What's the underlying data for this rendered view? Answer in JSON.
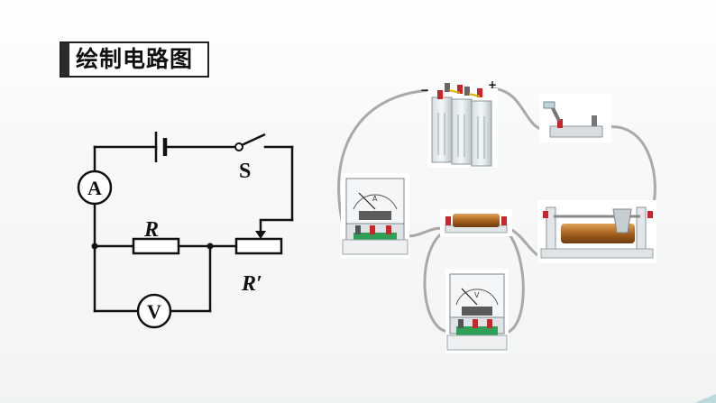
{
  "slide": {
    "title": "绘制电路图",
    "footnote": "· · · · ·"
  },
  "schematic": {
    "ammeter_symbol": "A",
    "voltmeter_symbol": "V",
    "switch_label": "S",
    "resistor_label": "R",
    "rheostat_label": "R′"
  },
  "physical": {
    "battery_minus": "−",
    "battery_plus": "+"
  },
  "colors": {
    "wire_schematic": "#111111",
    "wire_physical": "#a9a9a9",
    "coil": "#b8732d",
    "terminal_red": "#c8262a",
    "meter_base_green": "#2f9e57"
  }
}
